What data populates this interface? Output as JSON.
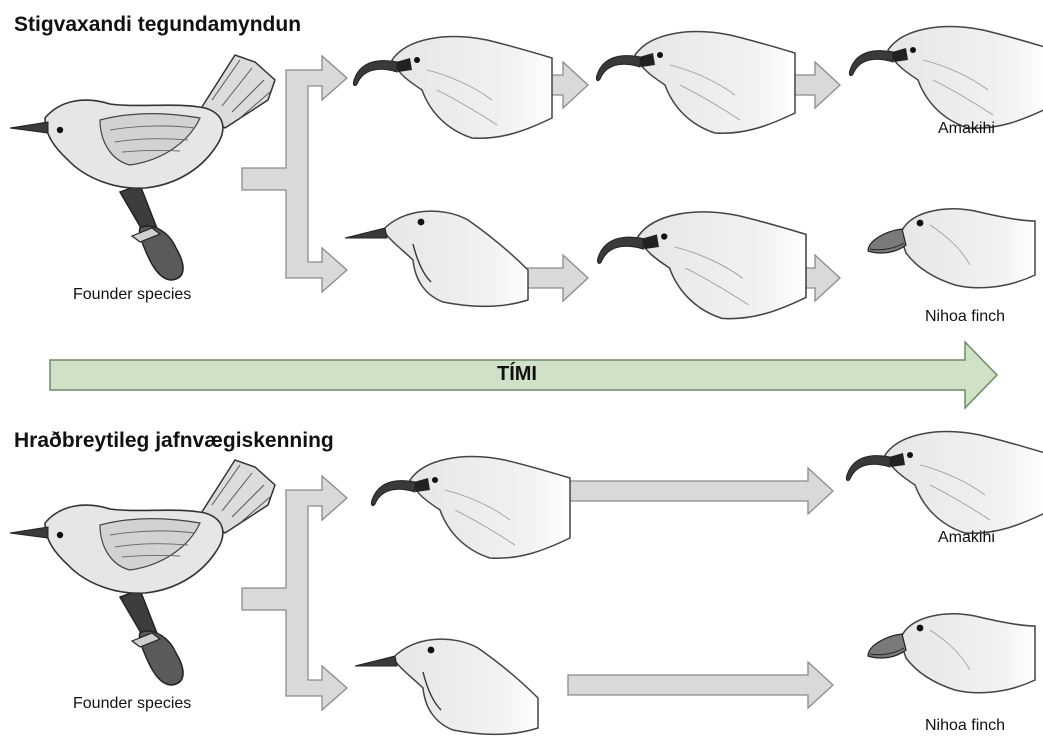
{
  "section_top": {
    "title": "Stigvaxandi tegundamyndun",
    "founder_label": "Founder species",
    "end_label_upper": "Amakihi",
    "end_label_lower": "Nihoa finch"
  },
  "time_arrow": {
    "label": "TÍMI",
    "fill": "#cfe2c8"
  },
  "section_bottom": {
    "title": "Hraðbreytileg jafnvægiskenning",
    "founder_label": "Founder species",
    "end_label_upper": "Amakihi",
    "end_label_lower": "Nihoa finch"
  },
  "colors": {
    "arrow_fill": "#d9d9d9",
    "arrow_stroke": "#8c8c8c",
    "bird_fill": "#e6e6e6",
    "bird_stroke": "#333333",
    "beak": "#3a3a3a",
    "dark": "#555555"
  }
}
